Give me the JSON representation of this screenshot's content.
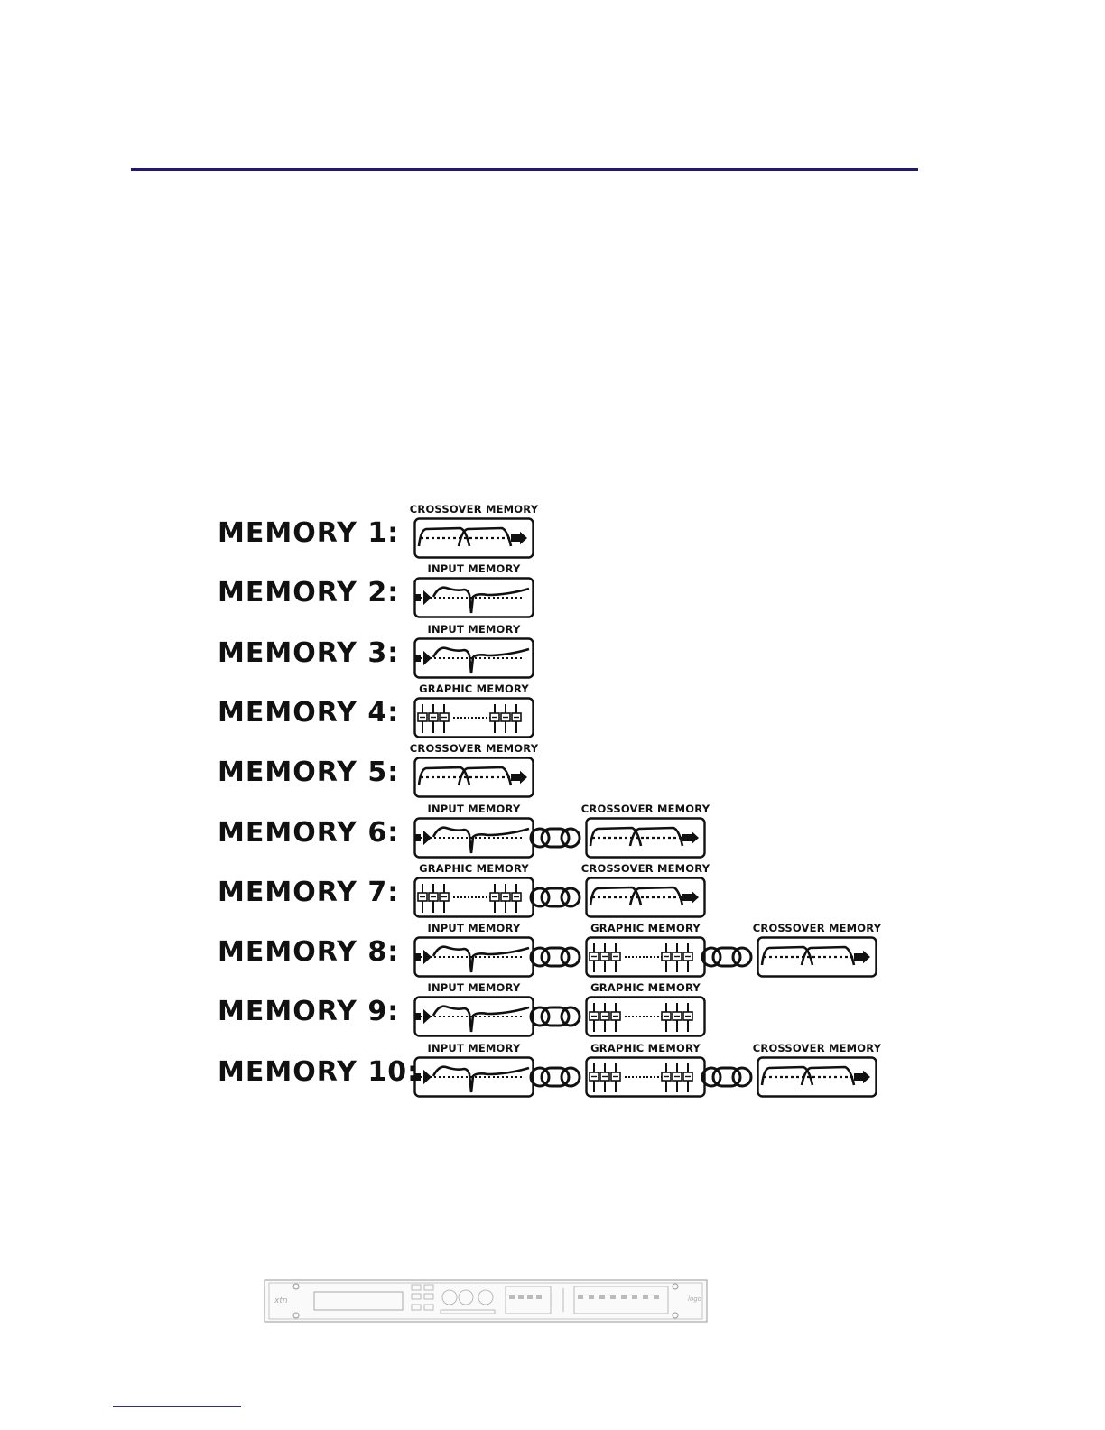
{
  "memories": [
    {
      "label": "MEMORY 1:",
      "modules": [
        "CROSSOVER MEMORY"
      ]
    },
    {
      "label": "MEMORY 2:",
      "modules": [
        "INPUT MEMORY"
      ]
    },
    {
      "label": "MEMORY 3:",
      "modules": [
        "INPUT MEMORY"
      ]
    },
    {
      "label": "MEMORY 4:",
      "modules": [
        "GRAPHIC MEMORY"
      ]
    },
    {
      "label": "MEMORY 5:",
      "modules": [
        "CROSSOVER MEMORY"
      ]
    },
    {
      "label": "MEMORY 6:",
      "modules": [
        "INPUT MEMORY",
        "CROSSOVER MEMORY"
      ]
    },
    {
      "label": "MEMORY 7:",
      "modules": [
        "GRAPHIC MEMORY",
        "CROSSOVER MEMORY"
      ]
    },
    {
      "label": "MEMORY 8:",
      "modules": [
        "INPUT MEMORY",
        "GRAPHIC MEMORY",
        "CROSSOVER MEMORY"
      ]
    },
    {
      "label": "MEMORY 9:",
      "modules": [
        "INPUT MEMORY",
        "GRAPHIC MEMORY"
      ]
    },
    {
      "label": "MEMORY 10:",
      "modules": [
        "INPUT MEMORY",
        "GRAPHIC MEMORY",
        "CROSSOVER MEMORY"
      ]
    }
  ],
  "icons": {
    "CROSSOVER MEMORY": "crossover-curve-icon",
    "INPUT MEMORY": "input-eq-curve-icon",
    "GRAPHIC MEMORY": "graphic-eq-sliders-icon"
  },
  "device_image": "rack-processor-front-panel-icon",
  "colors": {
    "rule": "#1f1a78",
    "ink": "#111111"
  }
}
